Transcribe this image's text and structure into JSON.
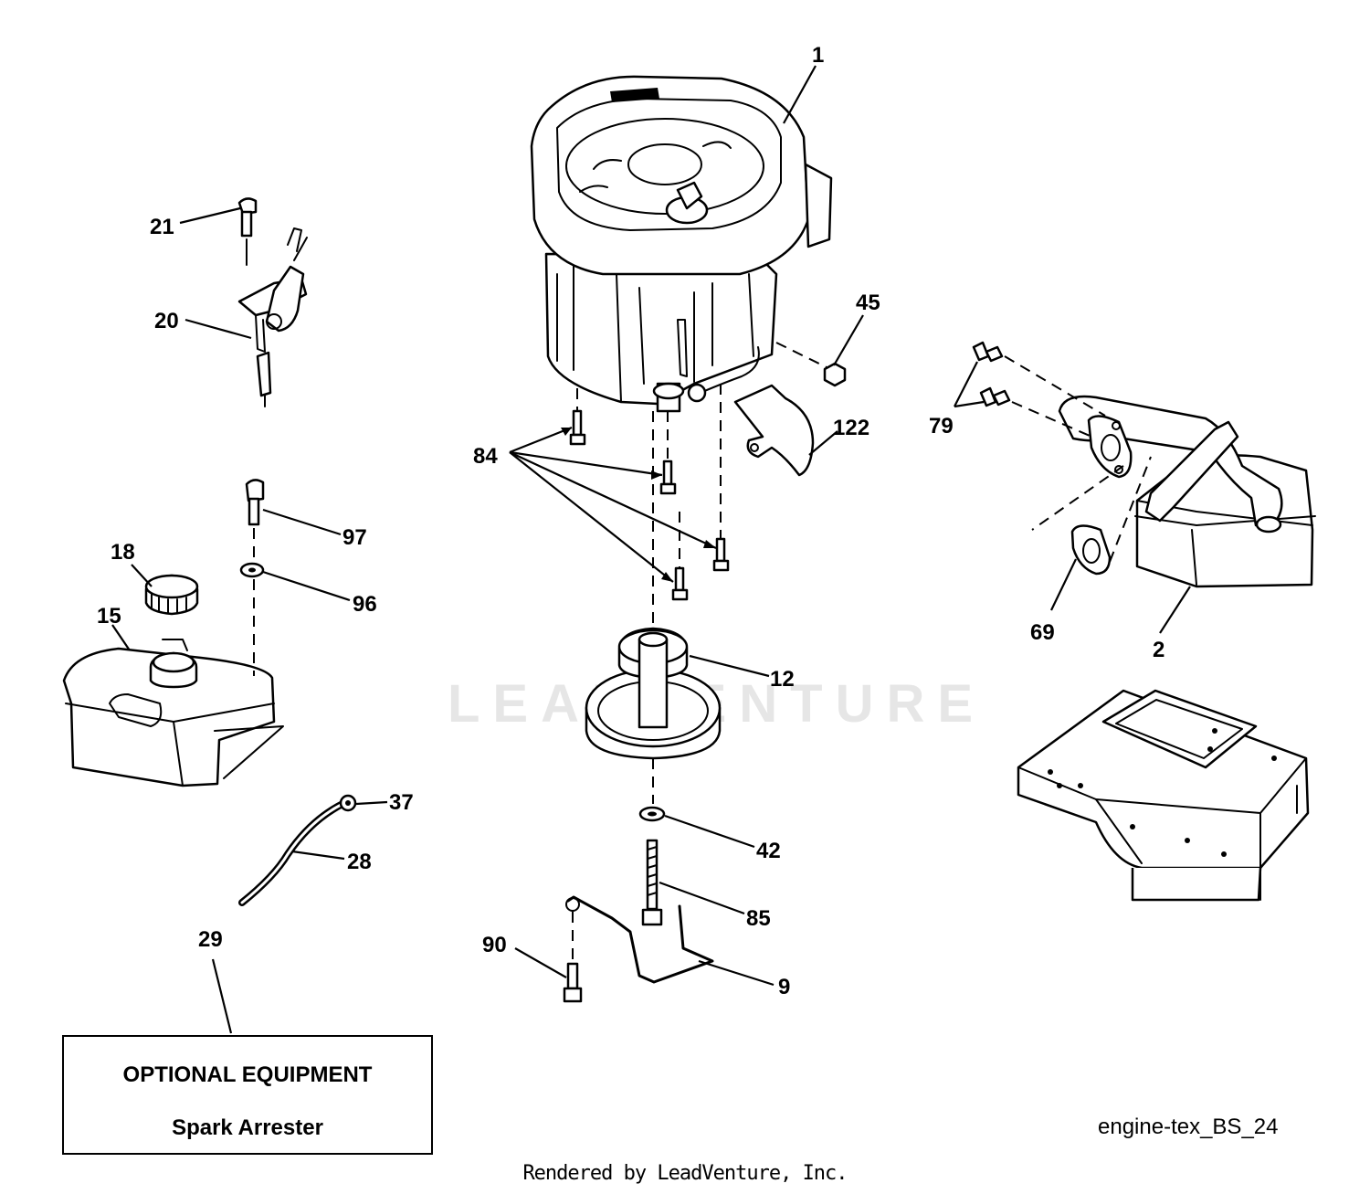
{
  "watermark": "LEADVENTURE",
  "callouts": [
    "1",
    "21",
    "20",
    "45",
    "79",
    "122",
    "84",
    "97",
    "18",
    "96",
    "15",
    "12",
    "69",
    "2",
    "37",
    "42",
    "28",
    "85",
    "29",
    "90",
    "9"
  ],
  "optional_box": {
    "title": "OPTIONAL EQUIPMENT",
    "item": "Spark Arrester"
  },
  "diagram_id": "engine-tex_BS_24",
  "footer": "Rendered by LeadVenture, Inc."
}
